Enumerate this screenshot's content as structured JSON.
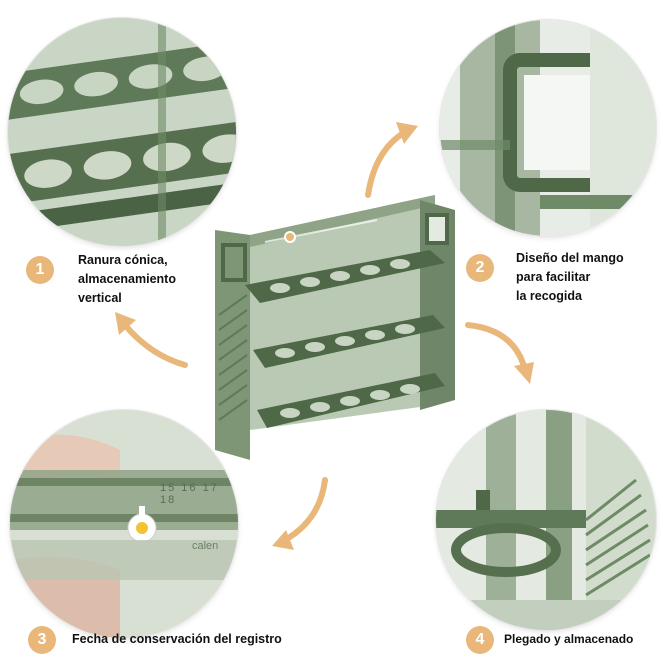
{
  "features": [
    {
      "number": "1",
      "text": "Ranura cónica,\nalmacenamiento\nvertical",
      "icon": "conical-slot-detail"
    },
    {
      "number": "2",
      "text": "Diseño del mango\npara facilitar\nla recogida",
      "icon": "handle-detail"
    },
    {
      "number": "3",
      "text": "Fecha de conservación del registro",
      "icon": "date-record-detail"
    },
    {
      "number": "4",
      "text": "Plegado y almacenado",
      "icon": "folded-detail"
    }
  ],
  "date_strip": {
    "numbers": "15 16 17 18",
    "sublabel": "calen"
  },
  "colors": {
    "badge": "#e9b77a",
    "arrow": "#e9b77a",
    "product_green": "#5f7a58",
    "product_dark": "#3f5a3c",
    "product_light": "#b9c9b0"
  }
}
